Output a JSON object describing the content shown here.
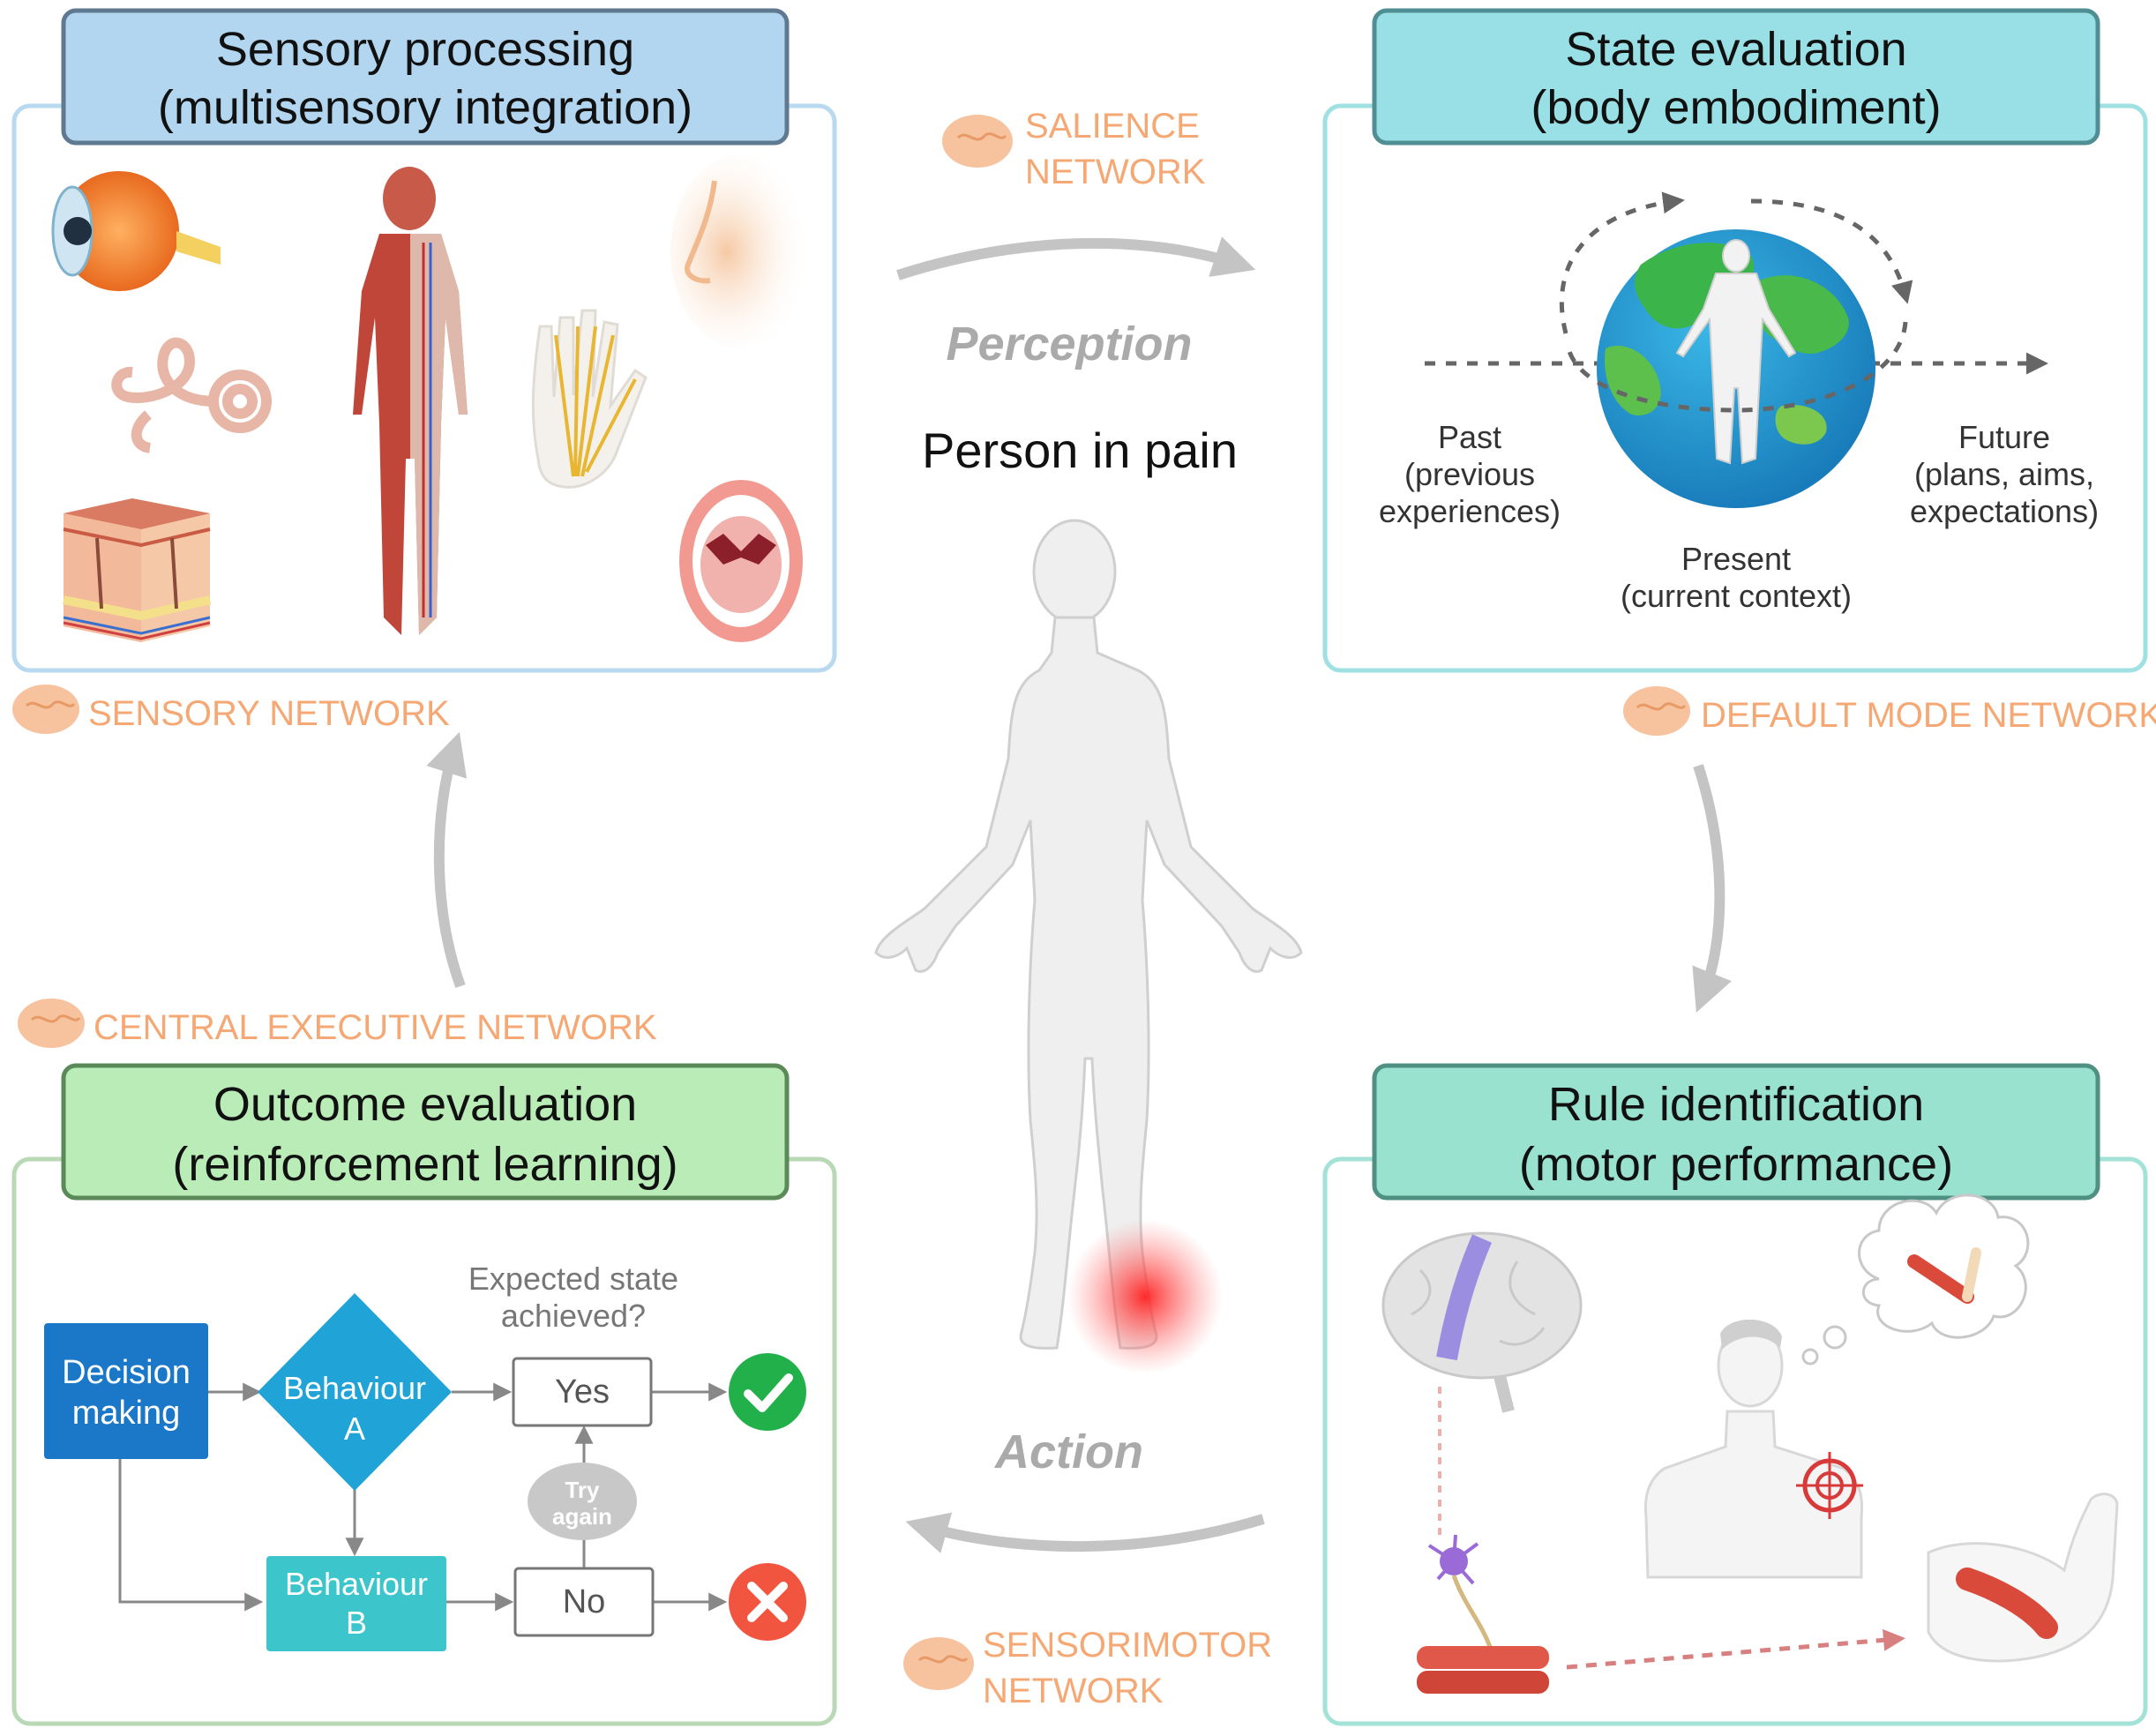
{
  "center": {
    "title": "Person in pain",
    "perception_label": "Perception",
    "action_label": "Action"
  },
  "networks": {
    "salience_line1": "SALIENCE",
    "salience_line2": "NETWORK",
    "sensory": "SENSORY NETWORK",
    "default_mode": "DEFAULT MODE NETWORK",
    "central_executive": "CENTRAL EXECUTIVE NETWORK",
    "sensorimotor_line1": "SENSORIMOTOR",
    "sensorimotor_line2": "NETWORK"
  },
  "panels": {
    "sensory": {
      "title_line1": "Sensory processing",
      "title_line2": "(multisensory integration)"
    },
    "state": {
      "title_line1": "State evaluation",
      "title_line2": "(body embodiment)",
      "past": [
        "Past",
        "(previous",
        "experiences)"
      ],
      "future": [
        "Future",
        "(plans, aims,",
        "expectations)"
      ],
      "present": [
        "Present",
        "(current context)"
      ]
    },
    "outcome": {
      "title_line1": "Outcome evaluation",
      "title_line2": "(reinforcement learning)",
      "question": [
        "Expected state",
        "achieved?"
      ],
      "decision": [
        "Decision",
        "making"
      ],
      "behaviour_a": [
        "Behaviour",
        "A"
      ],
      "behaviour_b": [
        "Behaviour",
        "B"
      ],
      "yes": "Yes",
      "no": "No",
      "try_again": [
        "Try",
        "again"
      ]
    },
    "rule": {
      "title_line1": "Rule identification",
      "title_line2": "(motor performance)"
    }
  },
  "colors": {
    "sensory_header": "#b3d6f0",
    "sensory_border": "#b8d9ef",
    "state_header": "#99e0e6",
    "state_border": "#9fe0e3",
    "outcome_header": "#b9ecb7",
    "outcome_border": "#b9d9b6",
    "rule_header": "#99e2cf",
    "rule_border": "#a3e2d6",
    "network_text": "#f5a873",
    "arrow_gray": "#c4c4c4"
  }
}
